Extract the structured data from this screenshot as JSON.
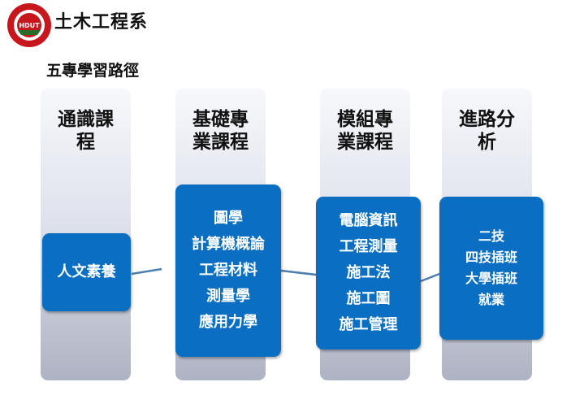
{
  "header": {
    "logo_text": "HDUT",
    "department": "土木工程系",
    "subtitle": "五專學習路徑"
  },
  "columns": [
    {
      "title_line1": "通識課",
      "title_line2": "程",
      "items": [
        "人文素養"
      ]
    },
    {
      "title_line1": "基礎專",
      "title_line2": "業課程",
      "items": [
        "圖學",
        "計算機概論",
        "工程材料",
        "測量學",
        "應用力學"
      ]
    },
    {
      "title_line1": "模組專",
      "title_line2": "業課程",
      "items": [
        "電腦資訊",
        "工程測量",
        "施工法",
        "施工圖",
        "施工管理"
      ]
    },
    {
      "title_line1": "進路分",
      "title_line2": "析",
      "items": [
        "二技",
        "四技插班",
        "大學插班",
        "就業"
      ]
    }
  ],
  "colors": {
    "box_blue": "#0a6fc2",
    "connector": "#4a7fb0",
    "logo_red": "#c8161d"
  }
}
